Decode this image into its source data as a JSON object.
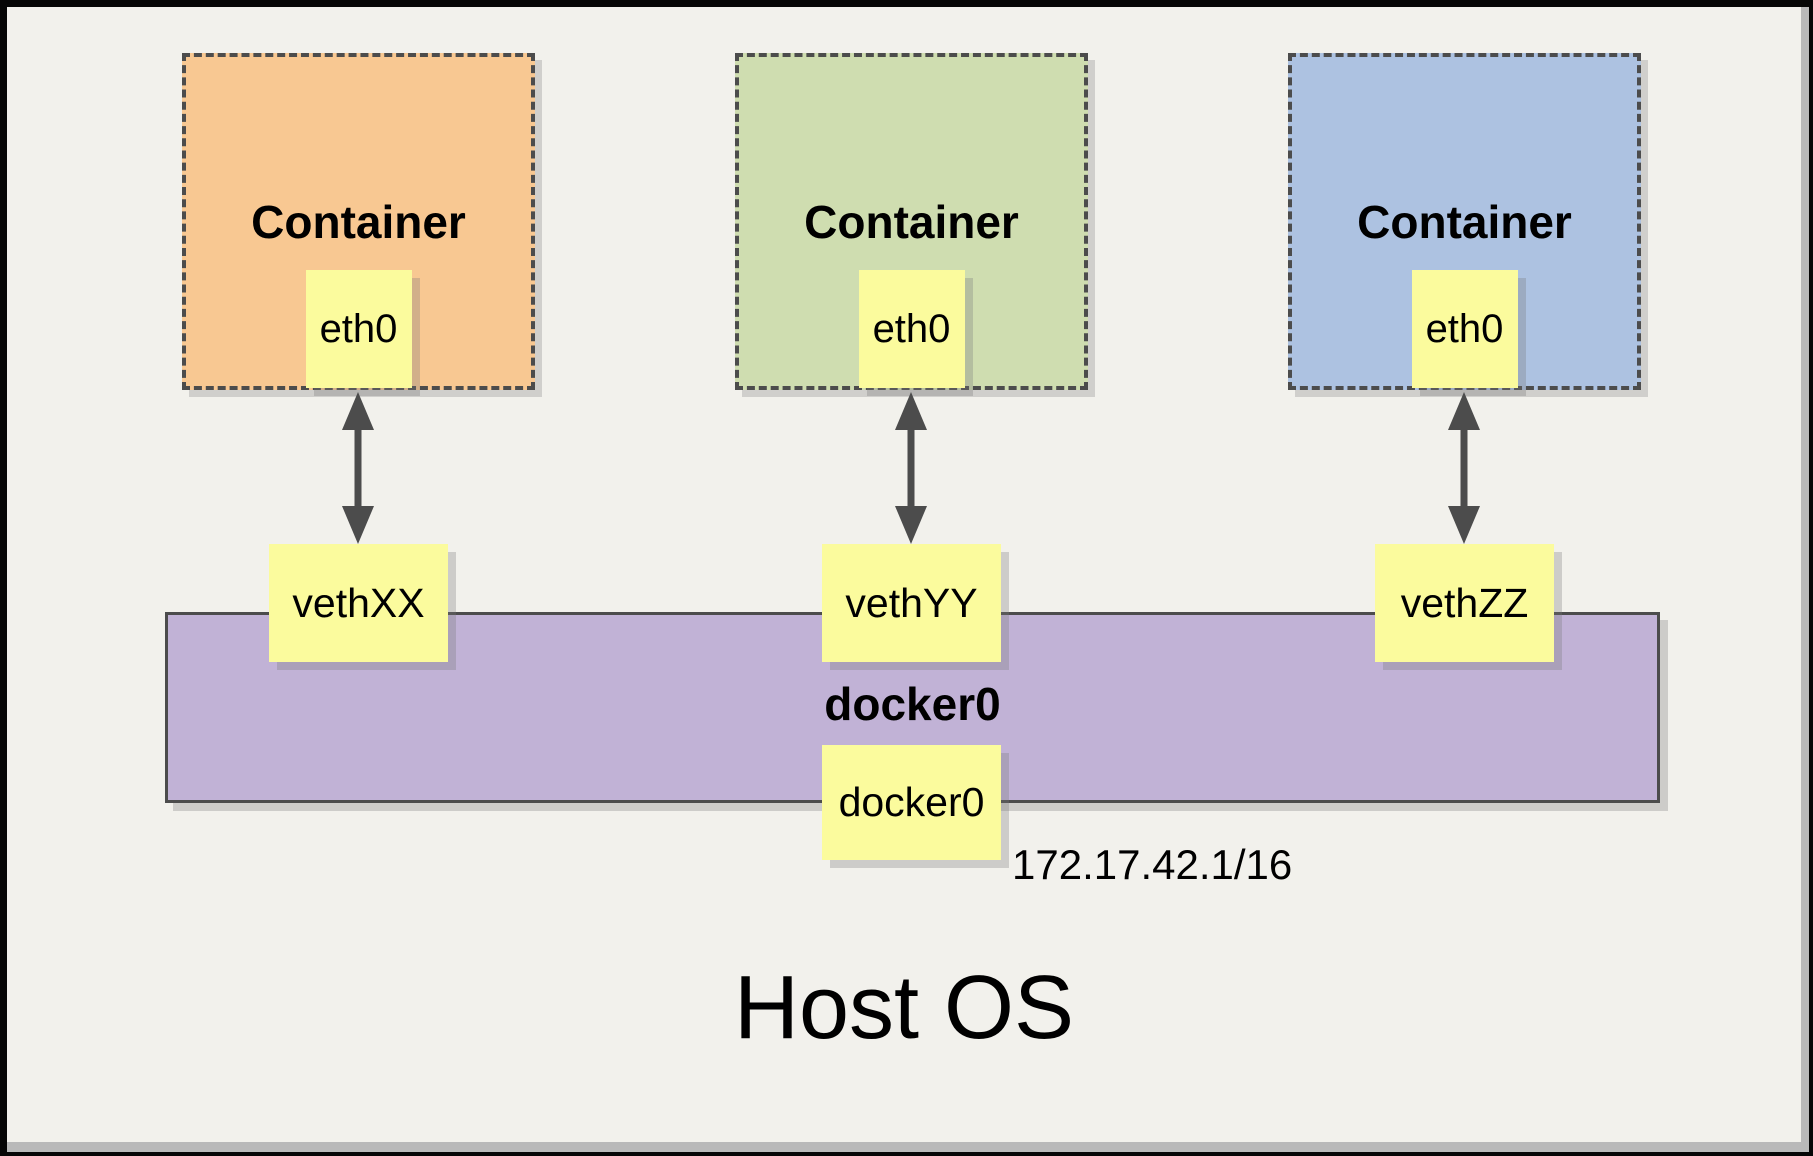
{
  "diagram": {
    "host_label": "Host OS",
    "containers": [
      {
        "label": "Container",
        "interface_label": "eth0",
        "veth_label": "vethXX",
        "fill": "#f8c892"
      },
      {
        "label": "Container",
        "interface_label": "eth0",
        "veth_label": "vethYY",
        "fill": "#cfddb0"
      },
      {
        "label": "Container",
        "interface_label": "eth0",
        "veth_label": "vethZZ",
        "fill": "#adc2e1"
      }
    ],
    "bridge": {
      "label": "docker0",
      "node_label": "docker0",
      "ip": "172.17.42.1/16",
      "fill": "#c1b2d6"
    },
    "colors": {
      "background": "#f2f1ec",
      "frame": "#060606",
      "edge_shadow": "#b9b9b9",
      "node_fill": "#fbfb9d",
      "line": "#4c4c4c"
    }
  }
}
